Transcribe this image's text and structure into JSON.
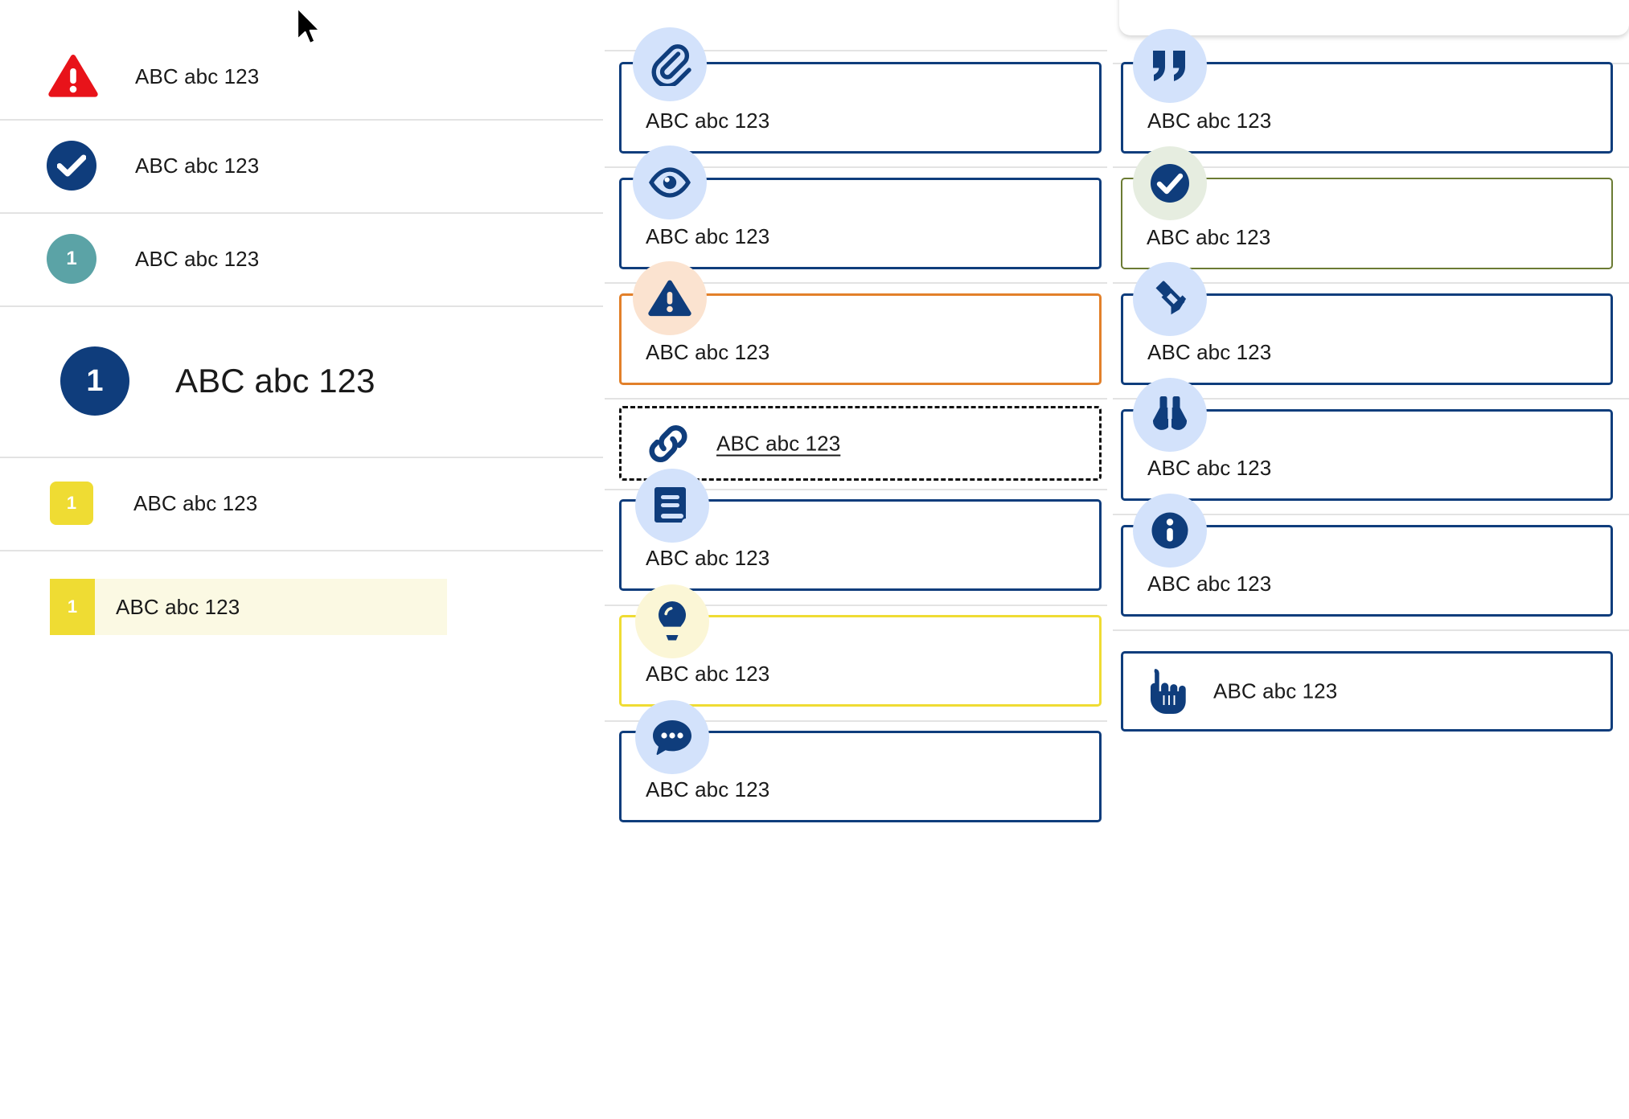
{
  "left_panel": {
    "rows": [
      {
        "id": "error",
        "badge": "triangle-alert-icon",
        "badge_color": "#e8131a",
        "label": "ABC abc 123",
        "number": null
      },
      {
        "id": "success",
        "badge": "check-circle-icon",
        "badge_color": "#0f3d7c",
        "label": "ABC abc 123",
        "number": null
      },
      {
        "id": "teal-step",
        "badge": "number-circle",
        "badge_color": "#5ba3a6",
        "label": "ABC abc 123",
        "number": "1"
      },
      {
        "id": "big-step",
        "badge": "number-circle",
        "badge_color": "#0f3d7c",
        "label": "ABC abc 123",
        "number": "1"
      },
      {
        "id": "yellow-tag",
        "badge": "number-square",
        "badge_color": "#efdc33",
        "label": "ABC abc 123",
        "number": "1"
      },
      {
        "id": "highlight",
        "badge": "number-rect",
        "badge_color": "#efdc33",
        "label": "ABC abc 123",
        "number": "1",
        "row_bg": "#fbf9e3"
      }
    ]
  },
  "middle_column": {
    "cards": [
      {
        "id": "attachment",
        "icon": "paperclip-icon",
        "bubble": "#d3e2fb",
        "border": "#0f3d7c",
        "style": "solid",
        "text": "ABC abc 123",
        "layout": "bottom"
      },
      {
        "id": "visibility",
        "icon": "eye-icon",
        "bubble": "#d3e2fb",
        "border": "#0f3d7c",
        "style": "solid",
        "text": "ABC abc 123",
        "layout": "bottom"
      },
      {
        "id": "warning",
        "icon": "triangle-alert-icon",
        "bubble": "#fbe3d0",
        "border": "#e2802a",
        "style": "solid",
        "text": "ABC abc 123",
        "layout": "bottom"
      },
      {
        "id": "link",
        "icon": "link-icon",
        "bubble": null,
        "border": "#111111",
        "style": "dashed",
        "text": "ABC abc 123",
        "layout": "inline-link"
      },
      {
        "id": "book",
        "icon": "book-icon",
        "bubble": "#d3e2fb",
        "border": "#0f3d7c",
        "style": "solid",
        "text": "ABC abc 123",
        "layout": "bottom"
      },
      {
        "id": "tip",
        "icon": "lightbulb-icon",
        "bubble": "#fbf6d6",
        "border": "#efdc33",
        "style": "solid",
        "text": "ABC abc 123",
        "layout": "bottom"
      },
      {
        "id": "comment",
        "icon": "chat-bubble-icon",
        "bubble": "#d3e2fb",
        "border": "#0f3d7c",
        "style": "solid",
        "text": "ABC abc 123",
        "layout": "bottom"
      }
    ]
  },
  "right_column": {
    "cards": [
      {
        "id": "quote",
        "icon": "quote-icon",
        "bubble": "#d3e2fb",
        "border": "#0f3d7c",
        "style": "solid",
        "text": "ABC abc 123",
        "layout": "bottom"
      },
      {
        "id": "confirmed",
        "icon": "check-circle-icon",
        "bubble": "#e6ede0",
        "border": "#6b7b33",
        "style": "solid",
        "text": "ABC abc 123",
        "layout": "bottom"
      },
      {
        "id": "edit",
        "icon": "pencil-icon",
        "bubble": "#d3e2fb",
        "border": "#0f3d7c",
        "style": "solid",
        "text": "ABC abc 123",
        "layout": "bottom"
      },
      {
        "id": "observe",
        "icon": "binoculars-icon",
        "bubble": "#d3e2fb",
        "border": "#0f3d7c",
        "style": "solid",
        "text": "ABC abc 123",
        "layout": "bottom"
      },
      {
        "id": "info",
        "icon": "info-circle-icon",
        "bubble": "#d3e2fb",
        "border": "#0f3d7c",
        "style": "solid",
        "text": "ABC abc 123",
        "layout": "bottom"
      },
      {
        "id": "interaction",
        "icon": "pointing-hand-icon",
        "bubble": null,
        "border": "#0f3d7c",
        "style": "solid",
        "text": "ABC abc 123",
        "layout": "inline-plain"
      }
    ]
  },
  "colors": {
    "brand_navy": "#0f3d7c",
    "alert_red": "#e8131a",
    "warning_orange": "#e2802a",
    "accent_yellow": "#efdc33",
    "teal": "#5ba3a6",
    "olive": "#6b7b33",
    "bubble_blue": "#d3e2fb",
    "bubble_peach": "#fbe3d0",
    "bubble_mint": "#e6ede0",
    "bubble_cream": "#fbf6d6",
    "separator": "#e3e3e3",
    "highlight_bg": "#fbf9e3"
  }
}
